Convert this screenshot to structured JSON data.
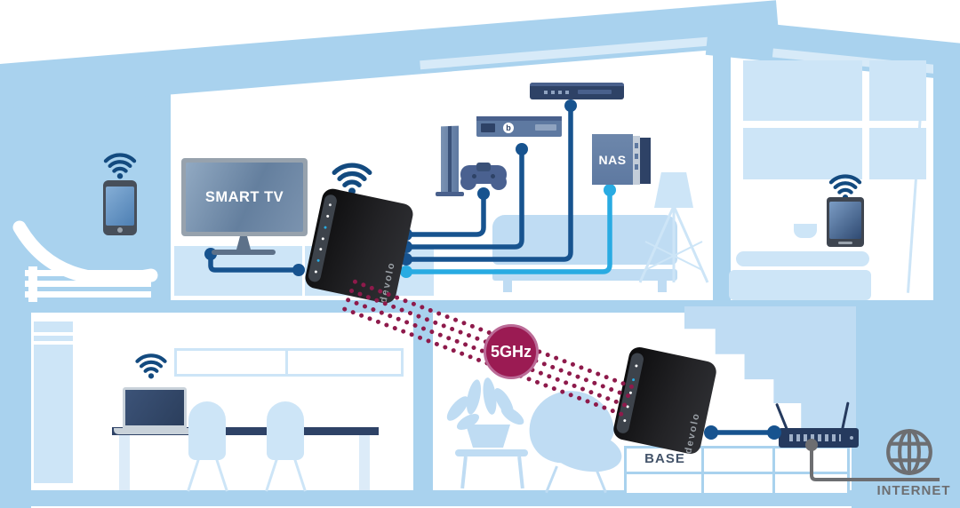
{
  "labels": {
    "smart_tv": "SMART TV",
    "nas": "NAS",
    "badge": "5GHz",
    "base": "BASE",
    "internet": "INTERNET",
    "brand": "devolo"
  },
  "palette": {
    "outside_blue": "#a9d2ee",
    "furniture_blue": "#bfdcf3",
    "furniture_light_blue": "#cde5f7",
    "cable_dark_blue": "#17538f",
    "cable_light_blue": "#29abe2",
    "wifi_icon_blue": "#134a7f",
    "device_slate": "#5e79a1",
    "device_dark_navy": "#2e4266",
    "beam_magenta": "#8e1a4b",
    "badge_magenta": "#9b1b53",
    "internet_gray": "#6d6e71",
    "text_slate": "#44546a"
  },
  "network": {
    "backhaul_band": "5GHz",
    "wired_to_adapter": [
      "Smart TV",
      "Game console",
      "Blu-ray player",
      "Media player",
      "NAS"
    ],
    "wireless_clients": [
      "Smartphone",
      "Laptop",
      "Tablet"
    ],
    "internet_chain": [
      "BASE adapter",
      "Router",
      "INTERNET"
    ]
  },
  "icons": [
    "wifi-icon",
    "globe-icon"
  ]
}
